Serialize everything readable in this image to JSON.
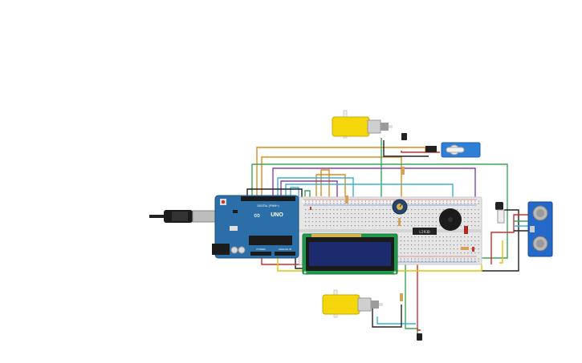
{
  "arduino": {
    "brand": "UNO",
    "logo_mark": "∞",
    "board_color": "#2c6fa8",
    "header_label": "DIGITAL (PWM~)",
    "power_label": "POWER",
    "analog_label": "ANALOG IN"
  },
  "lcd": {
    "screen_color": "#1c2a6e",
    "pcb_color": "#1f9a4a"
  },
  "ic": {
    "label": "L293D"
  },
  "colors": {
    "motor": "#f5d60a",
    "servo": "#2f7fd6",
    "ultrasonic": "#2468c9",
    "breadboard": "#e6e6e6",
    "wire_orange": "#e08a1c",
    "wire_green": "#3aa655",
    "wire_red": "#d32d2d",
    "wire_blue": "#3ab0d6",
    "wire_purple": "#8a3fb0",
    "wire_black": "#222222",
    "wire_yellow": "#e3c400"
  },
  "icons": {
    "usb": "usb-cable-icon",
    "motor": "dc-gear-motor-icon",
    "servo": "servo-motor-icon",
    "buzzer": "piezo-buzzer-icon",
    "potentiometer": "potentiometer-icon",
    "ultrasonic": "ultrasonic-sensor-icon",
    "transistor": "transistor-icon",
    "led": "led-icon",
    "resistor": "resistor-icon"
  }
}
